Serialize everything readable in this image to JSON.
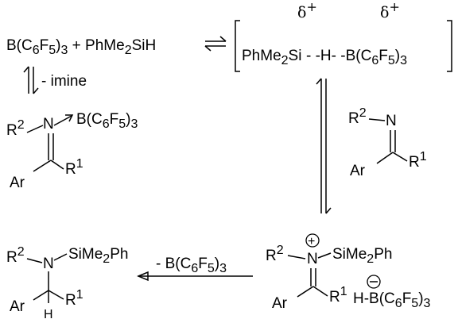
{
  "row1": {
    "reactants": "B(C6F5)3 + PhMe2SiH",
    "complex": {
      "silane_part": "PhMe2Si",
      "hydride_part": "- -H- -",
      "borane_part": "B(C6F5)3",
      "delta_si": "δ+",
      "delta_b": "δ+"
    }
  },
  "left_equilibrium": {
    "label": "- imine"
  },
  "adduct": {
    "r2": "R2",
    "n": "N",
    "borane": "B(C6F5)3",
    "ar": "Ar",
    "r1": "R1"
  },
  "imine": {
    "r2": "R2",
    "n": "N",
    "ar": "Ar",
    "r1": "R1"
  },
  "ion_pair": {
    "r2": "R2",
    "n": "N",
    "plus": "+",
    "si": "SiMe2Ph",
    "ar": "Ar",
    "r1": "R1",
    "hydroborate": "H-B(C6F5)3",
    "minus": "−"
  },
  "final_step": {
    "label": "- B(C6F5)3"
  },
  "product": {
    "r2": "R2",
    "n": "N",
    "si": "SiMe2Ph",
    "ar": "Ar",
    "r1": "R1",
    "h": "H"
  }
}
